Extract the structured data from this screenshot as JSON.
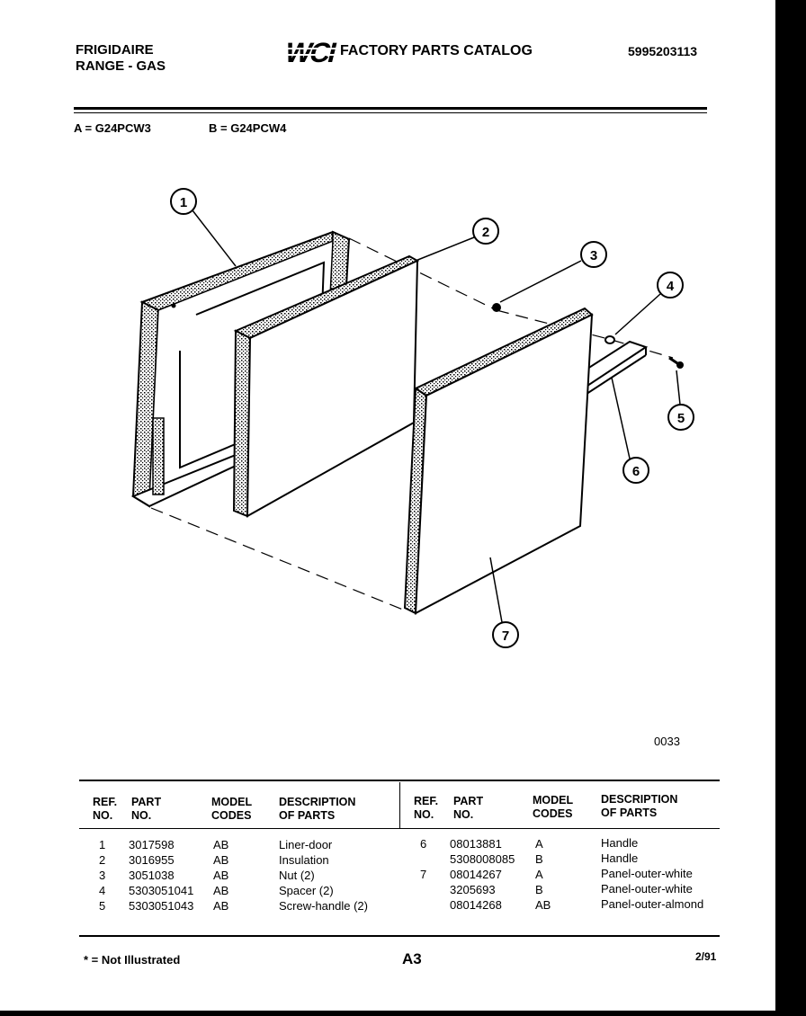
{
  "header": {
    "brand": "FRIGIDAIRE",
    "product": "RANGE - GAS",
    "logo_text": "WCI",
    "catalog_title": "FACTORY PARTS CATALOG",
    "catalog_number": "5995203113"
  },
  "models": {
    "a": "A = G24PCW3",
    "b": "B = G24PCW4"
  },
  "callouts": [
    "1",
    "2",
    "3",
    "4",
    "5",
    "6",
    "7"
  ],
  "diagram_code": "0033",
  "table": {
    "headers": {
      "ref_no": [
        "REF.",
        "NO."
      ],
      "part_no": [
        "PART",
        "NO."
      ],
      "model_codes": [
        "MODEL",
        "CODES"
      ],
      "description": [
        "DESCRIPTION",
        "OF PARTS"
      ]
    },
    "left_rows": [
      {
        "ref": "1",
        "part": "3017598",
        "codes": "AB",
        "desc": "Liner-door"
      },
      {
        "ref": "2",
        "part": "3016955",
        "codes": "AB",
        "desc": "Insulation"
      },
      {
        "ref": "3",
        "part": "3051038",
        "codes": "AB",
        "desc": "Nut (2)"
      },
      {
        "ref": "4",
        "part": "5303051041",
        "codes": "AB",
        "desc": "Spacer (2)"
      },
      {
        "ref": "5",
        "part": "5303051043",
        "codes": "AB",
        "desc": "Screw-handle (2)"
      }
    ],
    "right_rows": [
      {
        "ref": "6",
        "part": "08013881",
        "codes": "A",
        "desc": "Handle"
      },
      {
        "ref": "",
        "part": "5308008085",
        "codes": "B",
        "desc": "Handle"
      },
      {
        "ref": "7",
        "part": "08014267",
        "codes": "A",
        "desc": "Panel-outer-white"
      },
      {
        "ref": "",
        "part": "3205693",
        "codes": "B",
        "desc": "Panel-outer-white"
      },
      {
        "ref": "",
        "part": "08014268",
        "codes": "AB",
        "desc": "Panel-outer-almond"
      }
    ]
  },
  "footer": {
    "note": "* = Not Illustrated",
    "page": "A3",
    "date": "2/91"
  }
}
